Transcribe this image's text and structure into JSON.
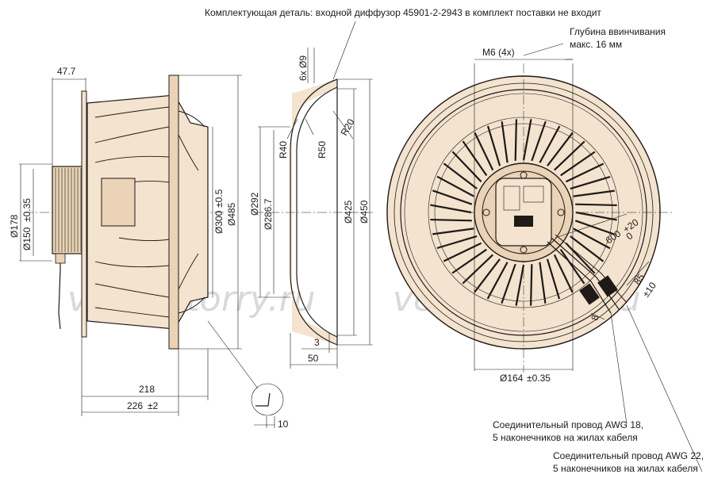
{
  "notes": {
    "top": "Комплектующая деталь: входной диффузор 45901-2-2943 в комплект поставки не входит",
    "depth_line1": "Глубина ввинчивания",
    "depth_line2": "макс. 16 мм",
    "cable1_line1": "Соединительный провод AWG 18,",
    "cable1_line2": "5 наконечников на жилах кабеля",
    "cable2_line1": "Соединительный провод AWG 22,",
    "cable2_line2": "5 наконечников на жилах кабеля"
  },
  "dims": {
    "d47_7": "47.7",
    "d178": "Ø178",
    "d150": "Ø150",
    "d150_tol": "±0.35",
    "d300": "Ø300",
    "d300_tol": "±0.5",
    "d485": "Ø485",
    "d218": "218",
    "d226": "226",
    "d226_tol": "±2",
    "d10": "10",
    "d6x9": "6x Ø9",
    "r20": "R20",
    "r40": "R40",
    "r50": "R50",
    "d292": "Ø292",
    "d286_7": "Ø286.7",
    "d425": "Ø425",
    "d450": "Ø450",
    "d3": "3",
    "d50": "50",
    "m6": "M6 (4x)",
    "d600": "600",
    "d600_tol_up": "+20",
    "d600_tol_low": "0",
    "d85": "85",
    "d85_tol": "±10",
    "d8": "8",
    "d164": "Ø164",
    "d164_tol": "±0.35"
  },
  "watermark": {
    "left": "ventilatorry.ru",
    "right": "ventilatorry.ru"
  },
  "colors": {
    "line": "#1f1a17",
    "fill": "#f3e3cf",
    "fill_dark": "#ead3b6"
  }
}
